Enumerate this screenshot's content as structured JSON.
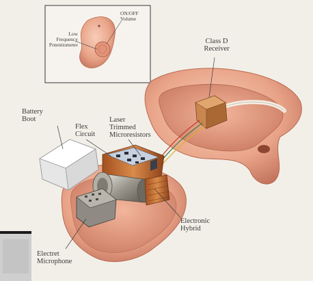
{
  "inset": {
    "labels": {
      "on_off_volume": "ON/OFF\nVolume",
      "low_frequency_potentiometer": "Low\nFrequency\nPotentiometer"
    }
  },
  "labels": {
    "class_d_receiver": "Class D\nReceiver",
    "battery_boot": "Battery\nBoot",
    "flex_circuit": "Flex\nCircuit",
    "laser_trimmed_microresistors": "Laser\nTrimmed\nMicroresistors",
    "electronic_hybrid": "Electronic\nHybrid",
    "electret_microphone": "Electret\nMicrophone"
  },
  "colors": {
    "background": "#f2efe9",
    "shell": "#e9a488",
    "shell_dark": "#b9684e",
    "shell_light": "#f6c8b3",
    "text": "#3a3a3a",
    "inset_border": "#555555"
  }
}
